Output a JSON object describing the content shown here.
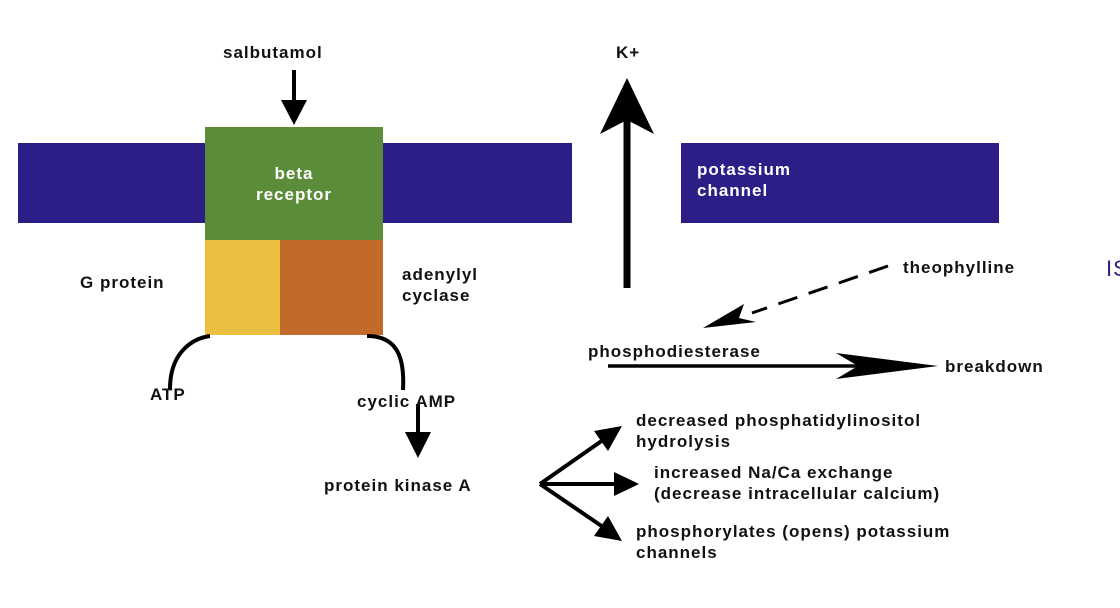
{
  "colors": {
    "membrane": "#2b1f87",
    "beta_receptor": "#5b8c3a",
    "g_protein": "#ebc040",
    "adenylyl_cyclase": "#c26a2a",
    "text": "#111111",
    "text_on_dark": "#ffffff"
  },
  "labels": {
    "salbutamol": "salbutamol",
    "k_plus": "K+",
    "beta_receptor": "beta\nreceptor",
    "potassium_channel": "potassium\nchannel",
    "g_protein": "G protein",
    "adenylyl_cyclase": "adenylyl\ncyclase",
    "theophylline": "theophylline",
    "phosphodiesterase": "phosphodiesterase",
    "breakdown": "breakdown",
    "atp": "ATP",
    "cyclic_amp": "cyclic AMP",
    "protein_kinase_a": "protein kinase A",
    "effect_1": "decreased phosphatidylinositol\nhydrolysis",
    "effect_2": "increased Na/Ca exchange\n(decrease intracellular calcium)",
    "effect_3": "phosphorylates (opens) potassium\nchannels",
    "edge_fragment": "IS"
  }
}
